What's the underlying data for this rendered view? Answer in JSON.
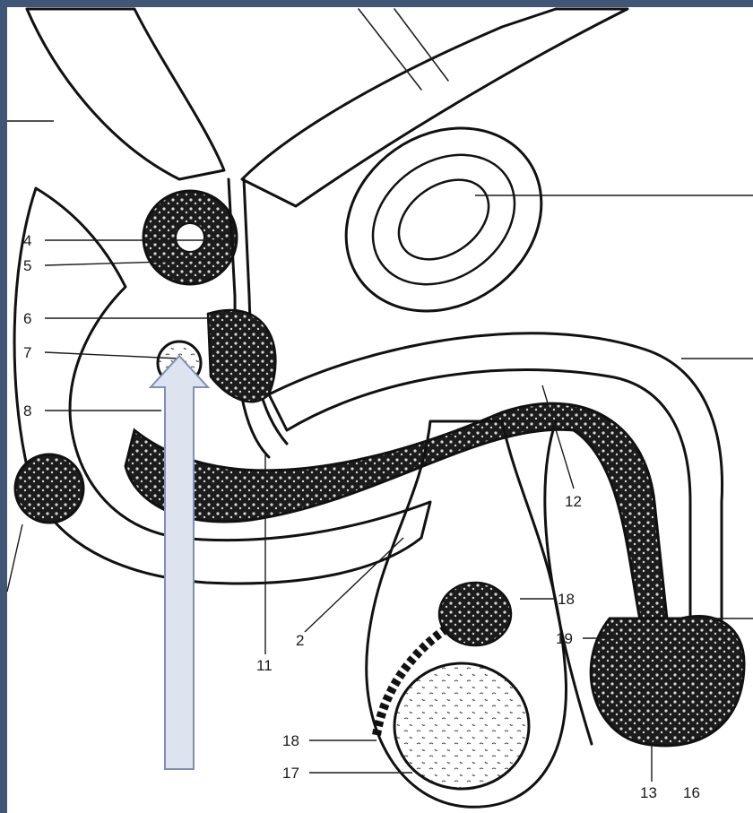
{
  "colors": {
    "frame": "#3f5676",
    "arrow_fill": "#dde3ef",
    "arrow_stroke": "#7f8fb3",
    "ink": "#111111",
    "paper": "#ffffff"
  },
  "labels": {
    "n4": "4",
    "n5": "5",
    "n6": "6",
    "n7": "7",
    "n8": "8",
    "n11": "11",
    "n2": "2",
    "n12": "12",
    "n18a": "18",
    "n18b": "18",
    "n19": "19",
    "n17": "17",
    "n13": "13",
    "n16": "16"
  },
  "pointer_arrow": {
    "direction": "up",
    "icon": "up-arrow-icon"
  }
}
